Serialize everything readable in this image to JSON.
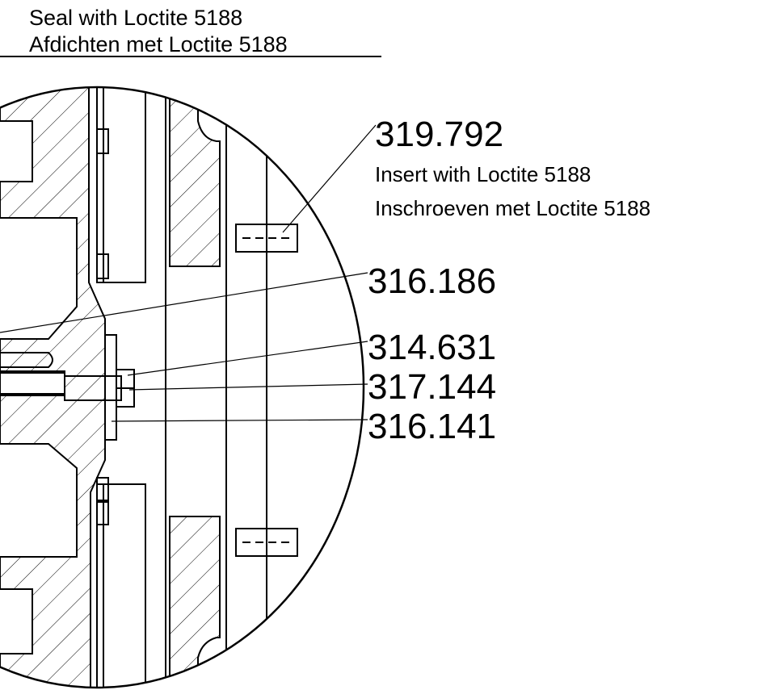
{
  "notes": {
    "seal_en": "Seal with Loctite 5188",
    "seal_nl": "Afdichten met Loctite 5188",
    "insert_en": "Insert with Loctite 5188",
    "insert_nl": "Inschroeven met Loctite 5188"
  },
  "parts": [
    {
      "id": "319.792"
    },
    {
      "id": "316.186"
    },
    {
      "id": "314.631"
    },
    {
      "id": "317.144"
    },
    {
      "id": "316.141"
    }
  ],
  "colors": {
    "line": "#000000",
    "background": "#ffffff"
  }
}
